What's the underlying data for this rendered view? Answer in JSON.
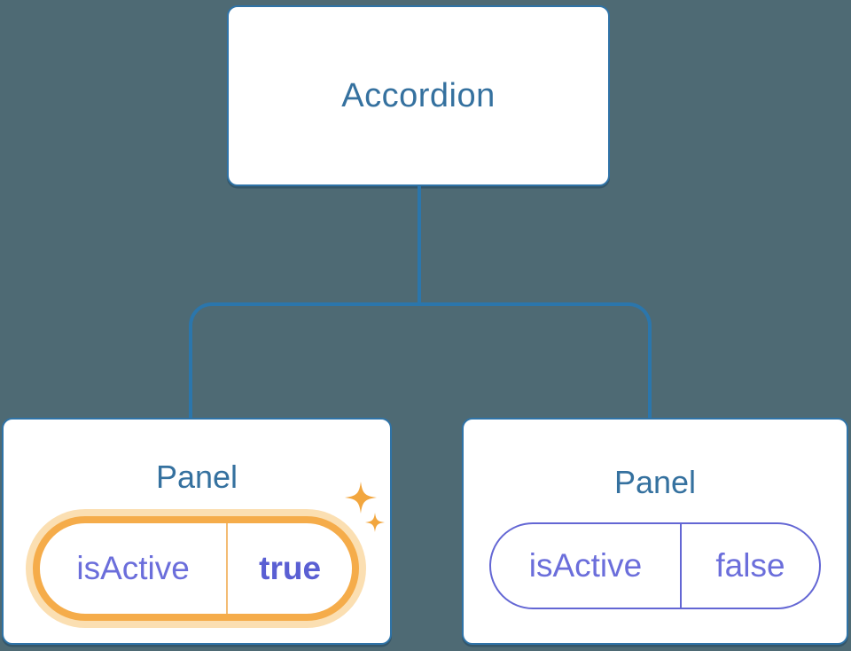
{
  "root": {
    "label": "Accordion"
  },
  "panels": [
    {
      "title": "Panel",
      "prop": "isActive",
      "value": "true",
      "highlighted": true
    },
    {
      "title": "Panel",
      "prop": "isActive",
      "value": "false",
      "highlighted": false
    }
  ],
  "icons": [
    {
      "name": "sparkle-icon",
      "glyph": "four-point-star",
      "color": "#F2A63E"
    }
  ],
  "colors": {
    "background": "#4E6A74",
    "box_border": "#2F73A7",
    "connector_line": "#2B76AC",
    "title_text": "#35719F",
    "state_text_purple": "#6B6EDB",
    "state_value_bold_purple": "#5A5FD3",
    "state_border_purple": "#6366D4",
    "highlight_ring_orange": "#F5AC4A",
    "highlight_glow_orange": "#FBDFB2",
    "highlight_divider_orange": "#F3BC74",
    "sparkle_orange": "#F2A63E"
  }
}
